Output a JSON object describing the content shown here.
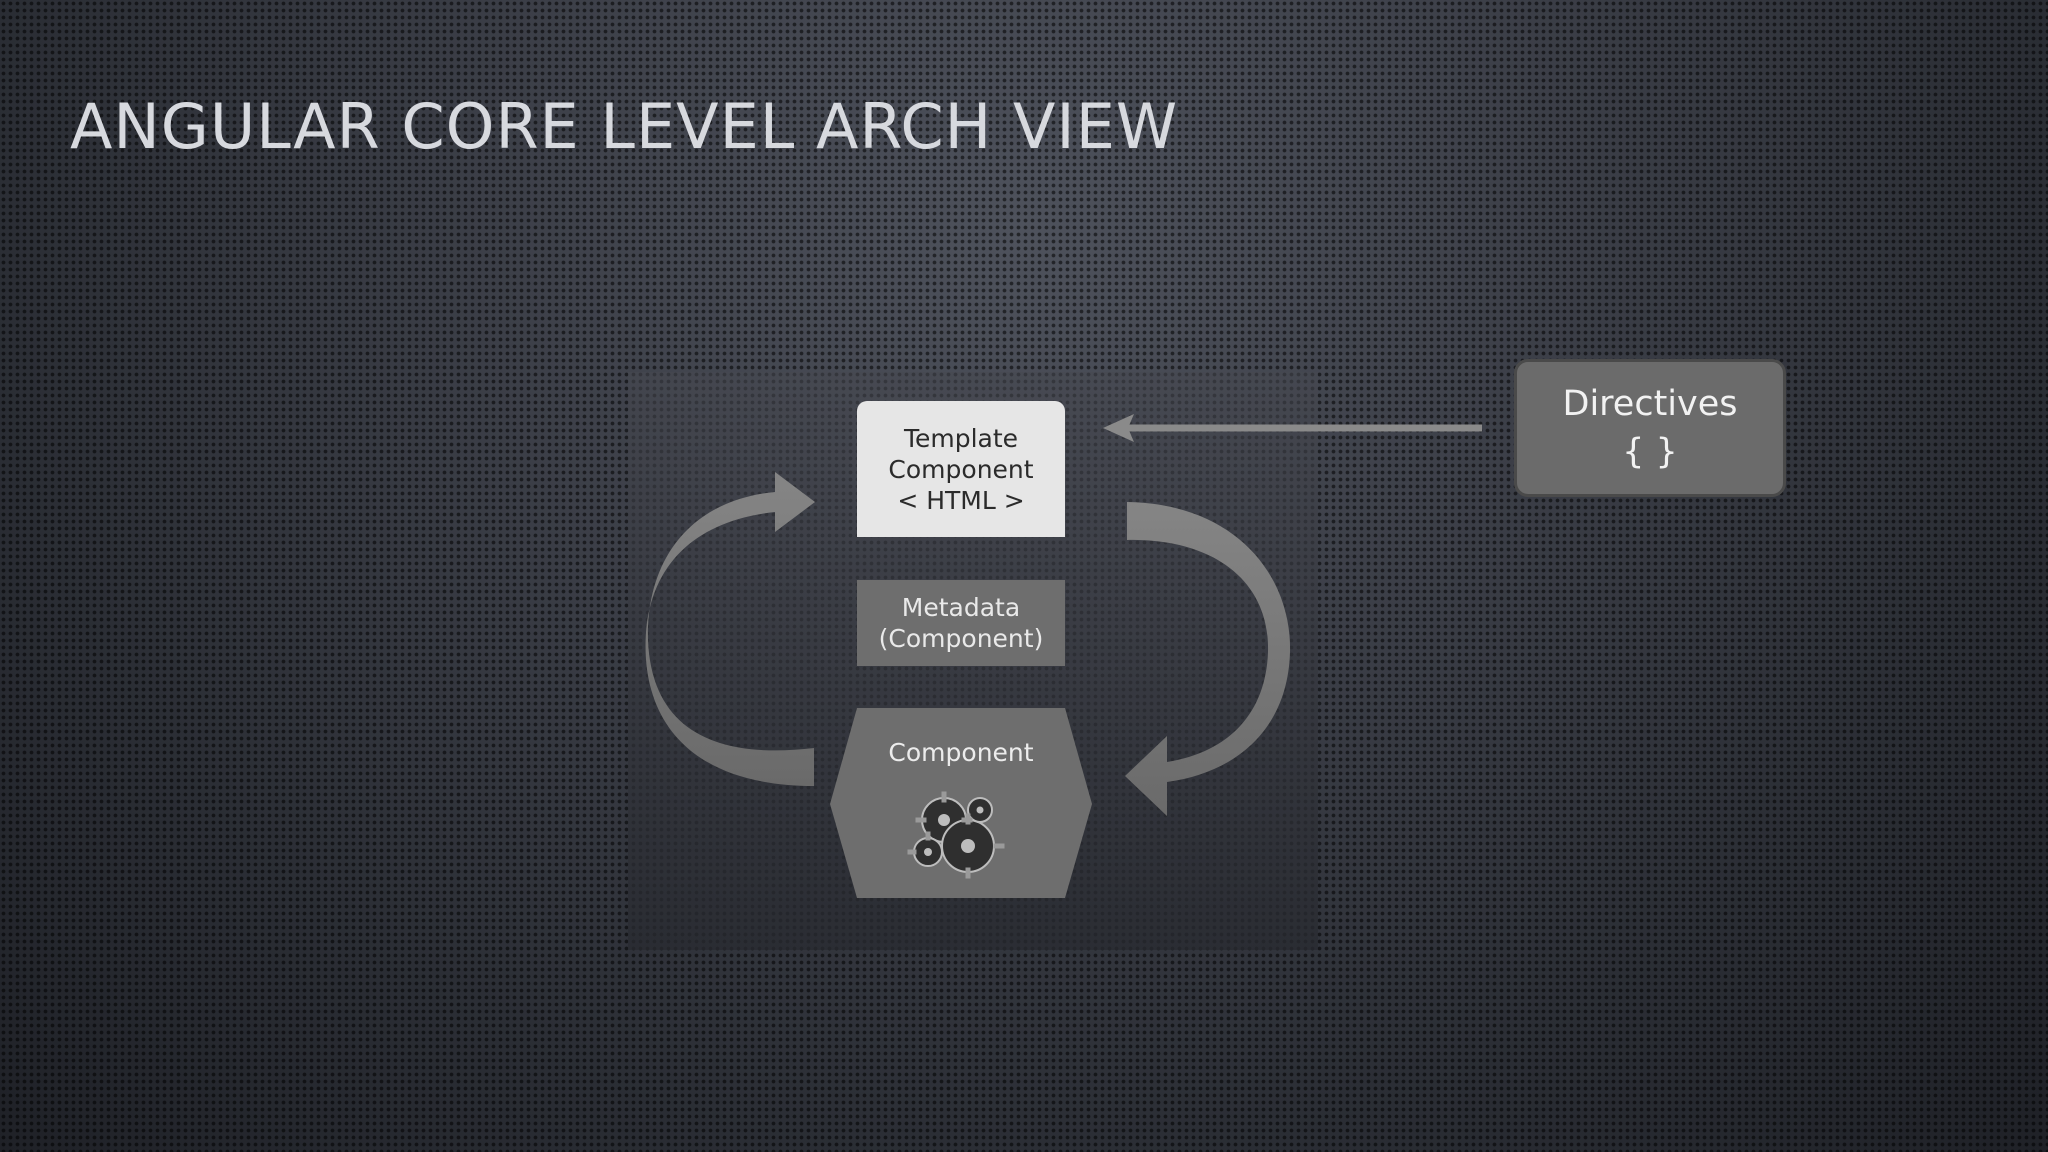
{
  "slide": {
    "title": "ANGULAR CORE LEVEL ARCH VIEW"
  },
  "diagram": {
    "template_box": {
      "line1": "Template",
      "line2": "Component",
      "line3": "< HTML >"
    },
    "metadata_box": {
      "line1": "Metadata",
      "line2": "(Component)"
    },
    "component_hexagon": {
      "label": "Component",
      "icon": "gears-icon"
    },
    "directives_box": {
      "line1": "Directives",
      "line2": "{ }"
    }
  },
  "colors": {
    "background": "#3a3d45",
    "template_box": "#e6e6e6",
    "metadata_box": "#6e6e6e",
    "hexagon": "#6e6e6e",
    "arrows": "#7a7a7a",
    "directives_box": "#6b6b6b",
    "title_text": "#d7d9de"
  }
}
